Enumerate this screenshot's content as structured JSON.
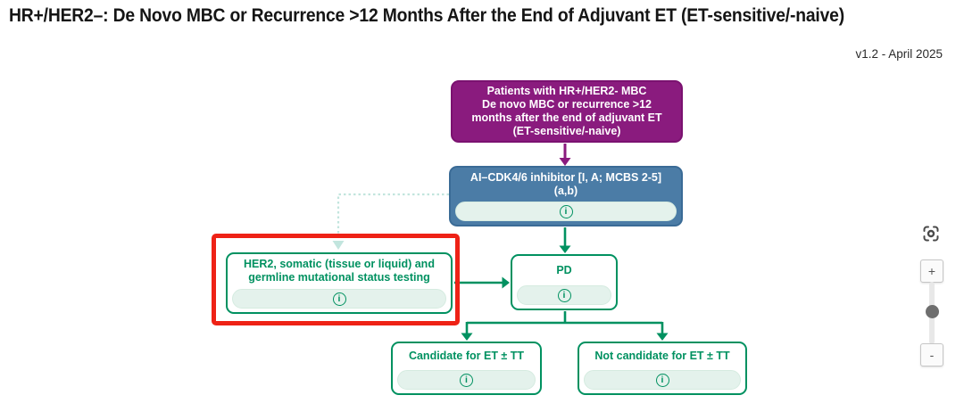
{
  "header": {
    "title": "HR+/HER2–: De Novo MBC or Recurrence >12 Months After the End of Adjuvant ET (ET-sensitive/-naive)",
    "version": "v1.2 - April 2025"
  },
  "flow": {
    "patients": {
      "lines": {
        "l1": "Patients with HR+/HER2- MBC",
        "l2": "De novo MBC or recurrence >12",
        "l3": "months after the end of adjuvant ET",
        "l4": "(ET-sensitive/-naive)"
      }
    },
    "cdk46": {
      "lines": {
        "l1": "AI–CDK4/6 inhibitor [I, A; MCBS 2-5]",
        "l2": "(a,b)"
      }
    },
    "her2_testing": {
      "lines": {
        "l1": "HER2, somatic (tissue or liquid) and",
        "l2": "germline mutational status testing"
      },
      "highlighted": true
    },
    "pd": {
      "label": "PD"
    },
    "candidate": {
      "label": "Candidate for ET ± TT"
    },
    "not_candidate": {
      "label": "Not candidate for ET ± TT"
    },
    "info_icon_glyph": "i"
  },
  "controls": {
    "reset_view_icon": "center-focus",
    "zoom_in_label": "+",
    "zoom_out_label": "-"
  },
  "colors": {
    "purple": "#8a1b7e",
    "blue": "#4b7ca6",
    "blue_border": "#3a6b96",
    "green": "#009160",
    "mint_strip": "#e4f2ec",
    "dashed_teal": "#c2e5de",
    "highlight_red": "#ee2216"
  }
}
